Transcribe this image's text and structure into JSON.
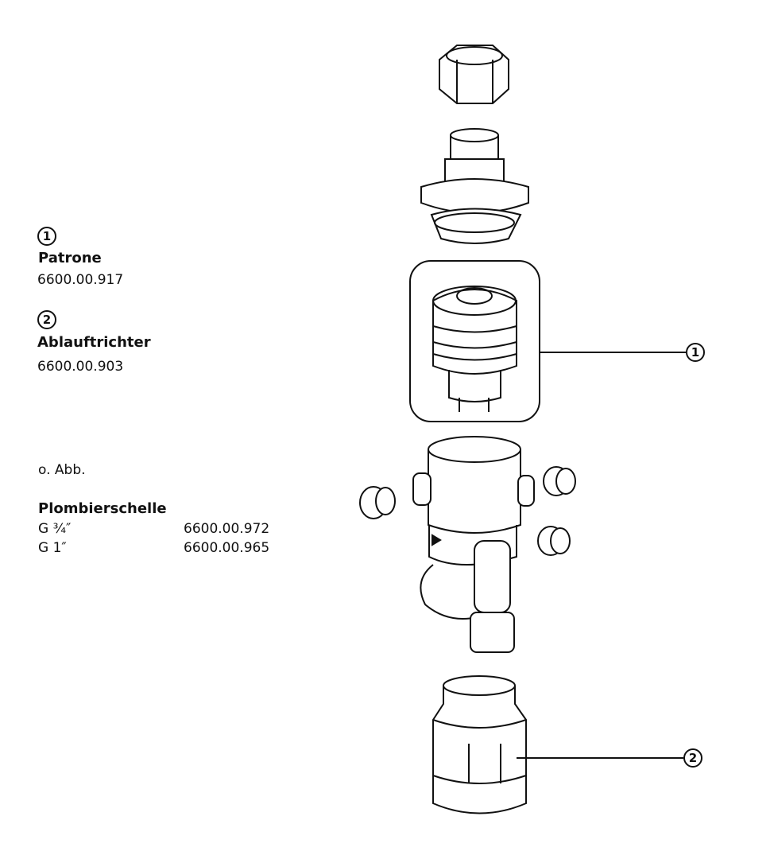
{
  "legend": {
    "items": [
      {
        "marker": "1",
        "name": "Patrone",
        "part_number": "6600.00.917"
      },
      {
        "marker": "2",
        "name": "Ablauftrichter",
        "part_number": "6600.00.903"
      }
    ],
    "note": "o. Abb.",
    "clamp": {
      "name": "Plombierschelle",
      "rows": [
        {
          "size": "G ¾″",
          "part_number": "6600.00.972"
        },
        {
          "size": "G 1″",
          "part_number": "6600.00.965"
        }
      ]
    }
  },
  "callouts": [
    "1",
    "2"
  ]
}
